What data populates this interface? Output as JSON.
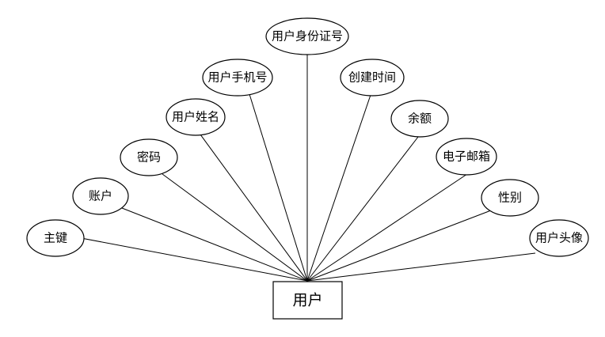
{
  "entity": {
    "label": "用户"
  },
  "attributes": [
    {
      "label": "主键"
    },
    {
      "label": "账户"
    },
    {
      "label": "密码"
    },
    {
      "label": "用户姓名"
    },
    {
      "label": "用户手机号"
    },
    {
      "label": "用户身份证号"
    },
    {
      "label": "创建时间"
    },
    {
      "label": "余额"
    },
    {
      "label": "电子邮箱"
    },
    {
      "label": "性别"
    },
    {
      "label": "用户头像"
    }
  ]
}
